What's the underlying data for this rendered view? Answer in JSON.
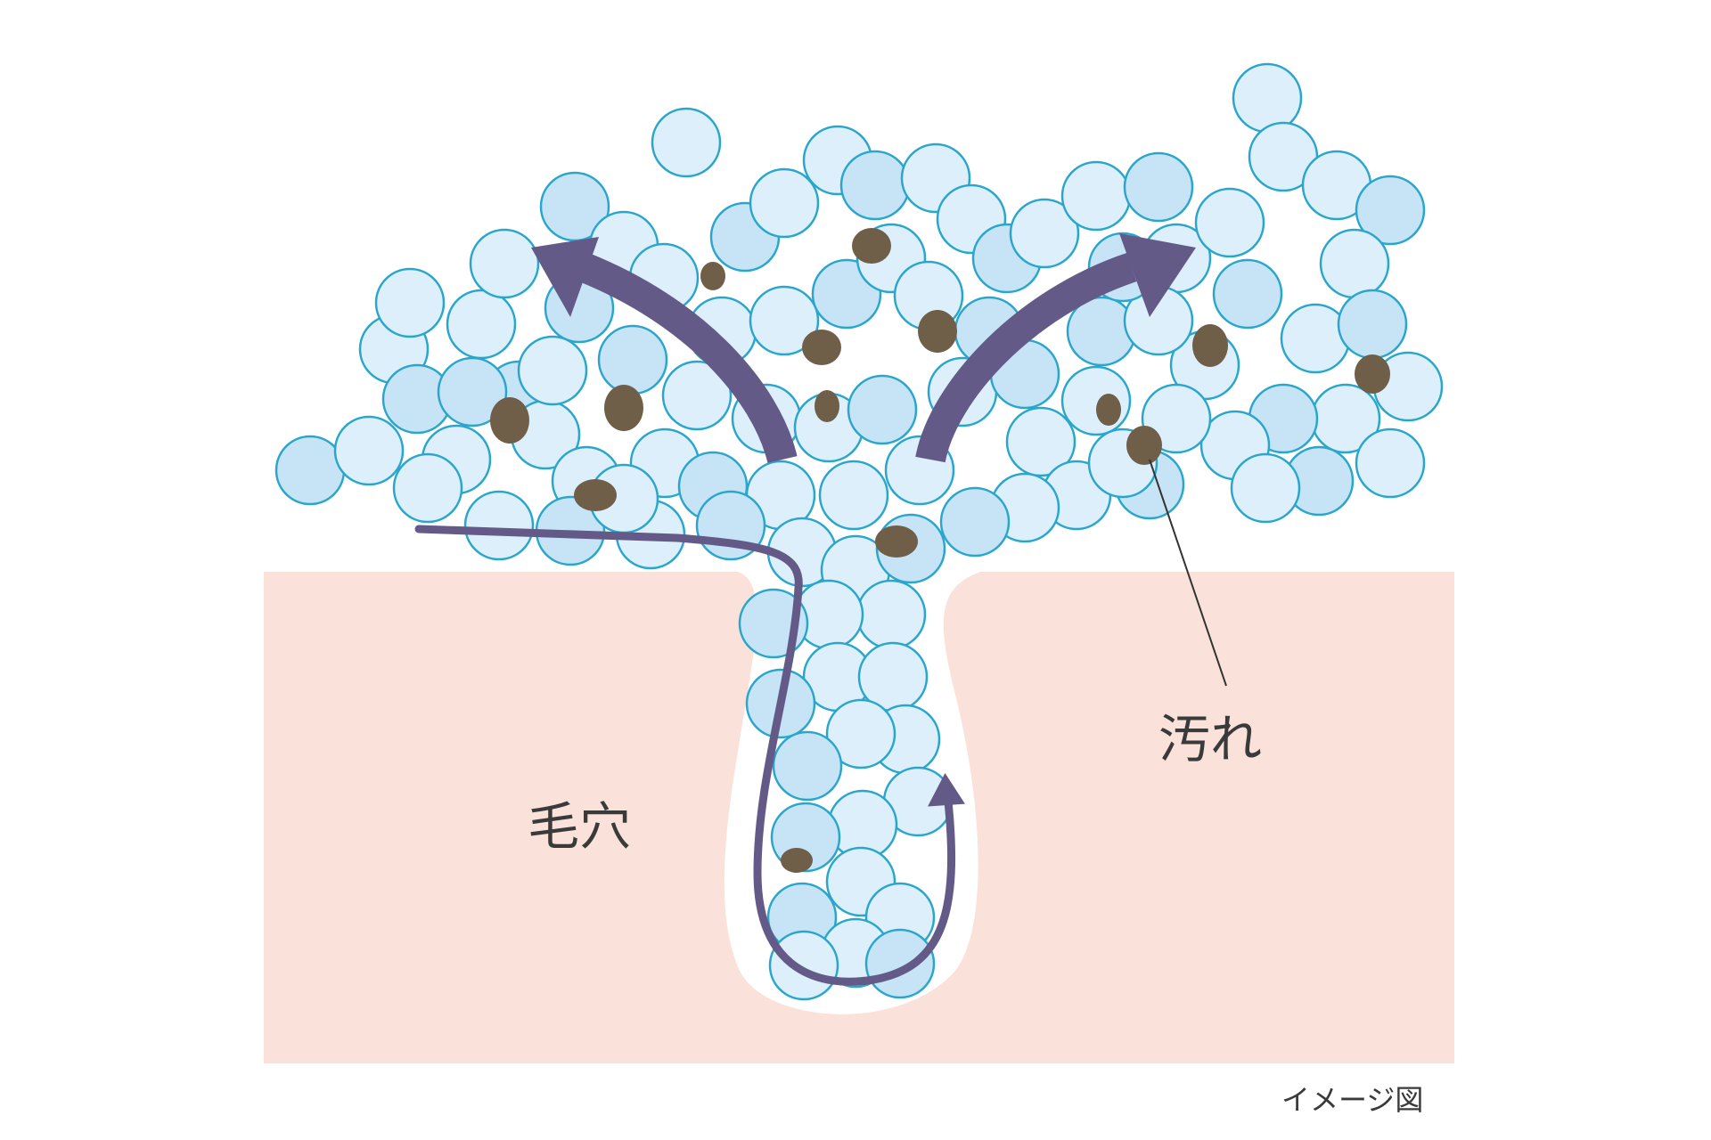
{
  "labels": {
    "pore": "毛穴",
    "dirt": "汚れ",
    "caption": "イメージ図"
  },
  "colors": {
    "skin": "#fae2da",
    "pore_cavity": "#ffffff",
    "bubble_fill": "#dceffa",
    "bubble_stroke": "#2aa6cc",
    "dirt": "#6f5e48",
    "arrow": "#635a88",
    "text": "#3a3a3a"
  }
}
